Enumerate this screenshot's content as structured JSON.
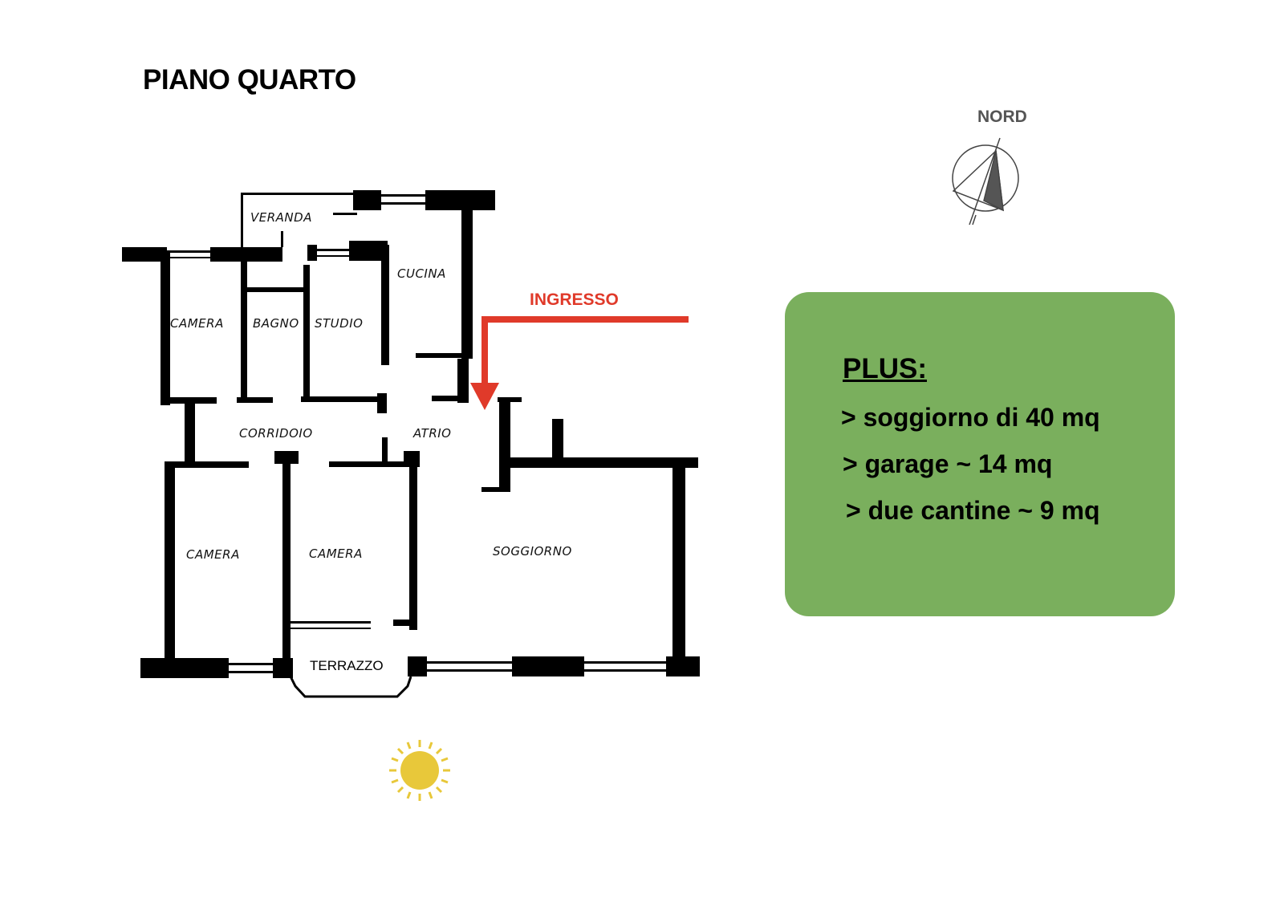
{
  "title": "PIANO QUARTO",
  "compass": {
    "label": "NORD"
  },
  "entrance": {
    "label": "INGRESSO",
    "color": "#e03a2a"
  },
  "rooms": {
    "veranda": "VERANDA",
    "cucina": "CUCINA",
    "camera_1": "CAMERA",
    "bagno": "BAGNO",
    "studio": "STUDIO",
    "corridoio": "CORRIDOIO",
    "atrio": "ATRIO",
    "camera_2": "CAMERA",
    "camera_3": "CAMERA",
    "soggiorno": "SOGGIORNO",
    "terrazzo": "TERRAZZO"
  },
  "plus": {
    "title": "PLUS:",
    "items": [
      "> soggiorno di 40 mq",
      "> garage ~ 14 mq",
      "> due cantine ~ 9 mq"
    ],
    "color": "#7aaf5d"
  },
  "sun": {
    "color": "#e8c83a"
  }
}
